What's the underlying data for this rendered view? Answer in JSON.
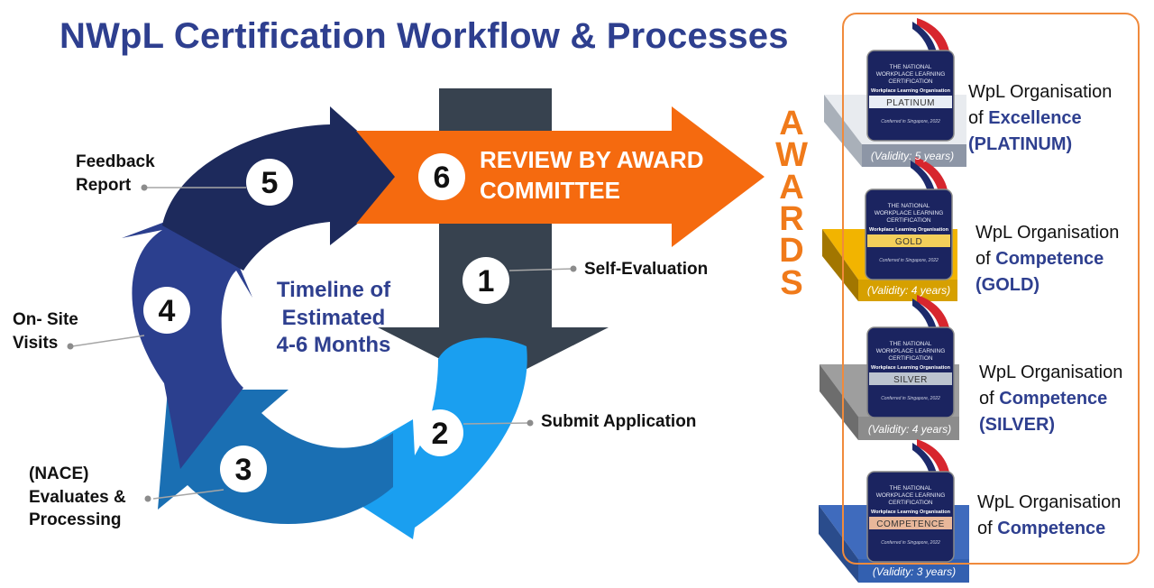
{
  "title": "NWpL Certification Workflow & Processes",
  "steps": [
    {
      "num": "1",
      "label": "Self-Evaluation"
    },
    {
      "num": "2",
      "label": "Submit Application"
    },
    {
      "num": "3",
      "label": "(NACE)\nEvaluates &\nProcessing"
    },
    {
      "num": "4",
      "label": "On- Site\nVisits"
    },
    {
      "num": "5",
      "label": "Feedback\nReport"
    },
    {
      "num": "6",
      "label": "REVIEW BY AWARD\nCOMMITTEE"
    }
  ],
  "timeline": "Timeline of\nEstimated\n4-6 Months",
  "awards_label": "A\nW\nA\nR\nD\nS",
  "awards": [
    {
      "line1": "WpL Organisation",
      "pre": "of ",
      "highlight": "Excellence",
      "line3": "(PLATINUM)",
      "validity": "(Validity: 5 years)",
      "badge_level": "PLATINUM"
    },
    {
      "line1": "WpL Organisation",
      "pre": "of ",
      "highlight": "Competence",
      "line3": "(GOLD)",
      "validity": "(Validity: 4 years)",
      "badge_level": "GOLD"
    },
    {
      "line1": "WpL Organisation",
      "pre": "of ",
      "highlight": "Competence",
      "line3": "(SILVER)",
      "validity": "(Validity: 4 years)",
      "badge_level": "SILVER"
    },
    {
      "line1": "WpL Organisation",
      "pre": "of ",
      "highlight": "Competence",
      "line3": "",
      "validity": "(Validity: 3 years)",
      "badge_level": "COMPETENCE"
    }
  ],
  "badge_text": {
    "line1": "THE NATIONAL",
    "line2": "WORKPLACE LEARNING",
    "line3": "CERTIFICATION",
    "line4": "Workplace Learning Organisation",
    "footer": "Conferred in Singapore, 2022"
  },
  "colors": {
    "title": "#2e3f8f",
    "step1_arrow": "#37424f",
    "step2_arrow": "#1a9ff0",
    "step3_arrow": "#1a6fb3",
    "step4_arrow": "#2b3f8e",
    "step5_arrow": "#1d2a5c",
    "step6_arrow": "#f56a0f",
    "platinum": "#c9cfd6",
    "gold": "#f2b400",
    "silver": "#8c8c8c",
    "competence": "#3f6bbd",
    "awards_border": "#f08a3c"
  }
}
